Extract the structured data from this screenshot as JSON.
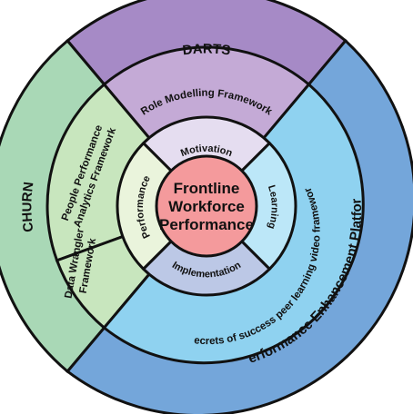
{
  "colors": {
    "darts": "#A68AC6",
    "churn": "#A9D8B6",
    "platform": "#74A6DA",
    "role_modelling": "#C4AAD6",
    "analytics": "#C8E6BE",
    "secrets": "#8FD2F0",
    "motivation": "#E5DDF0",
    "performance_ring": "#EAF4DC",
    "learning": "#BCE7F8",
    "implementation": "#BCC8E6",
    "core": "#F49A9C",
    "stroke": "#111111"
  },
  "outer": {
    "darts": "DARTS",
    "churn": "CHURN",
    "platform": "Performance Enhancement Platform"
  },
  "middle": {
    "role_modelling": "Role Modelling Framework",
    "people_performance": [
      "People Performance",
      "Analytics Framework"
    ],
    "data_wrangler": [
      "Data Wrangler",
      "Framework"
    ],
    "secrets": "Secrets of success peer learning video framework"
  },
  "inner": {
    "motivation": "Motivation",
    "performance": "Performance",
    "learning": "Learning",
    "implementation": "Implementation"
  },
  "core": [
    "Frontline",
    "Workforce",
    "Performance"
  ]
}
